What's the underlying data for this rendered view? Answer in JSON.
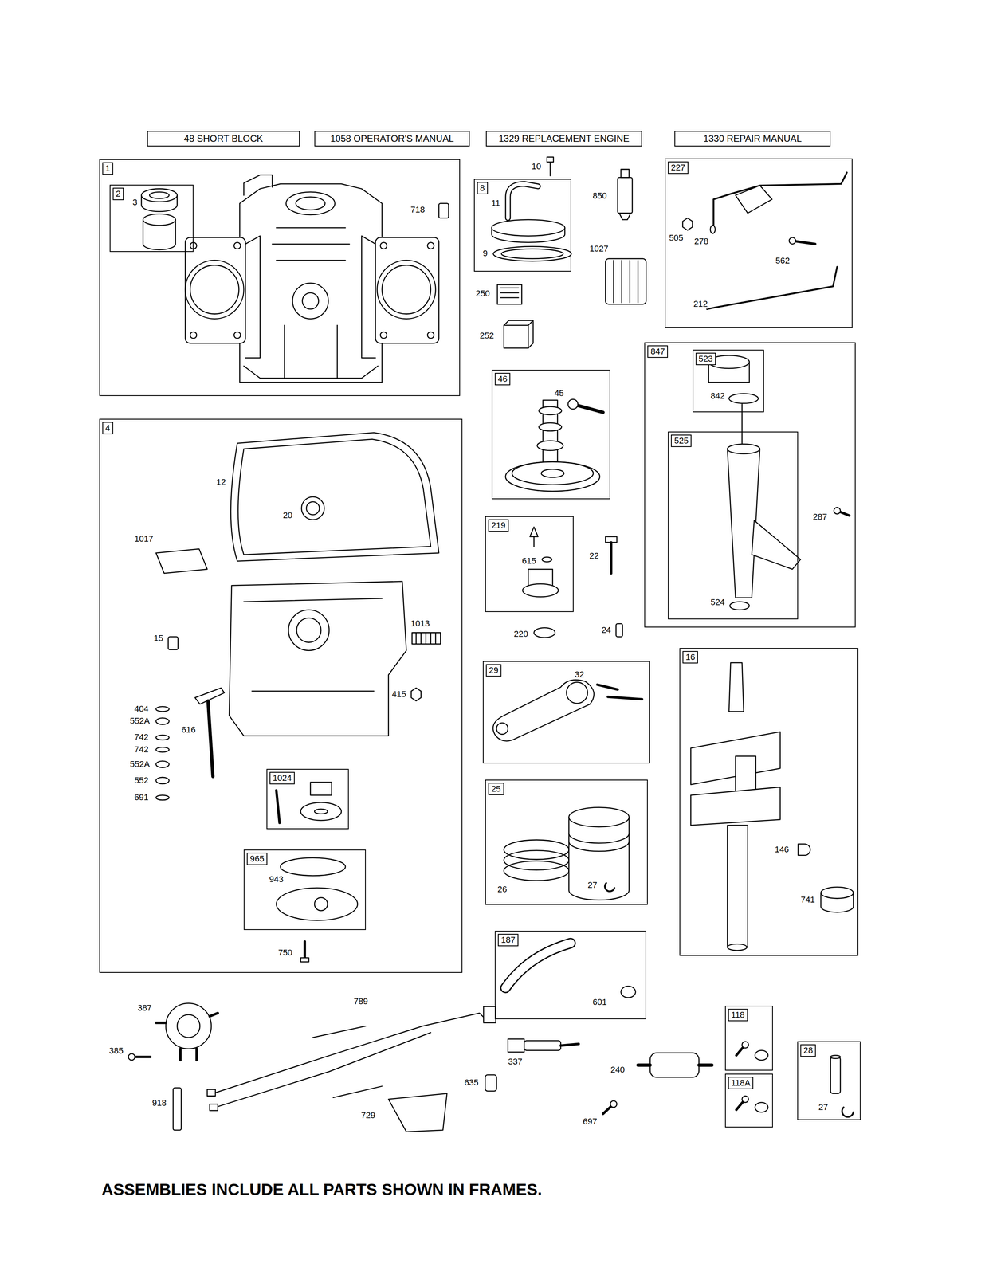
{
  "diagram": {
    "caption": "ASSEMBLIES INCLUDE ALL PARTS SHOWN IN FRAMES.",
    "nodes": [
      {
        "text": [
          "48 SHORT BLOCK"
        ]
      },
      {
        "text": [
          "1058 OPERATOR'S MANUAL"
        ]
      },
      {
        "text": [
          "1329 REPLACEMENT ENGINE"
        ]
      },
      {
        "text": [
          "1330 REPAIR MANUAL"
        ]
      },
      {
        "text": [
          "1"
        ]
      },
      {
        "text": [
          "2"
        ],
        "in": 4
      },
      {
        "text": [
          "8"
        ]
      },
      {
        "text": [
          "227"
        ]
      },
      {
        "text": [
          "46"
        ]
      },
      {
        "text": [
          "847"
        ]
      },
      {
        "text": [
          "523"
        ],
        "in": 9
      },
      {
        "text": [
          "525"
        ],
        "in": 9
      },
      {
        "text": [
          "4"
        ]
      },
      {
        "text": [
          "1024"
        ],
        "in": 12
      },
      {
        "text": [
          "965"
        ],
        "in": 12
      },
      {
        "text": [
          "219"
        ]
      },
      {
        "text": [
          "29"
        ]
      },
      {
        "text": [
          "25"
        ]
      },
      {
        "text": [
          "16"
        ]
      },
      {
        "text": [
          "187"
        ]
      },
      {
        "text": [
          "118"
        ]
      },
      {
        "text": [
          "118A"
        ]
      },
      {
        "text": [
          "28"
        ]
      }
    ],
    "labels": [
      "3",
      "718",
      "10",
      "11",
      "9",
      "850",
      "1027",
      "250",
      "252",
      "505",
      "278",
      "562",
      "212",
      "45",
      "842",
      "287",
      "524",
      "12",
      "20",
      "1017",
      "615",
      "22",
      "1013",
      "220",
      "24",
      "15",
      "32",
      "415",
      "404",
      "552A",
      "616",
      "742",
      "742",
      "552A",
      "552",
      "691",
      "146",
      "943",
      "26",
      "27",
      "741",
      "750",
      "601",
      "789",
      "387",
      "385",
      "337",
      "240",
      "635",
      "918",
      "27",
      "729",
      "697"
    ]
  }
}
